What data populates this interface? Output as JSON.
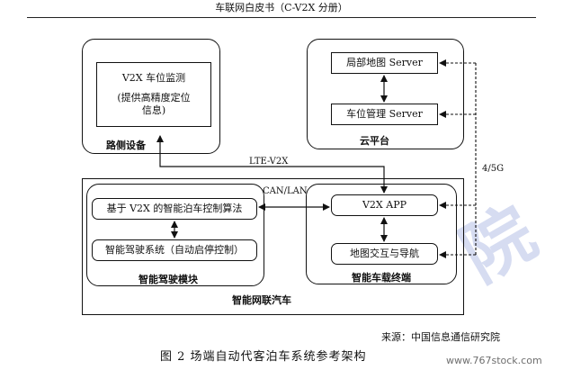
{
  "header": {
    "title": "车联网白皮书（C-V2X 分册）"
  },
  "roadside": {
    "inner_text_1": "V2X 车位监测",
    "inner_text_2": "(提供高精度定位",
    "inner_text_3": "信息)",
    "label": "路侧设备"
  },
  "cloud": {
    "map_server": "局部地图 Server",
    "parking_server": "车位管理 Server",
    "label": "云平台"
  },
  "links": {
    "lte": "LTE-V2X",
    "g45": "4/5G",
    "can": "CAN/LAN"
  },
  "vehicle": {
    "label": "智能网联汽车",
    "driving_module": {
      "algo": "基于 V2X 的智能泊车控制算法",
      "system": "智能驾驶系统（自动启停控制）",
      "label": "智能驾驶模块"
    },
    "terminal": {
      "app": "V2X APP",
      "nav": "地图交互与导航",
      "label": "智能车载终端"
    }
  },
  "footer": {
    "source": "来源：中国信息通信研究院",
    "caption": "图 2   场端自动代客泊车系统参考架构"
  },
  "watermark": {
    "chars": "院",
    "url": "www.767stock.com"
  }
}
